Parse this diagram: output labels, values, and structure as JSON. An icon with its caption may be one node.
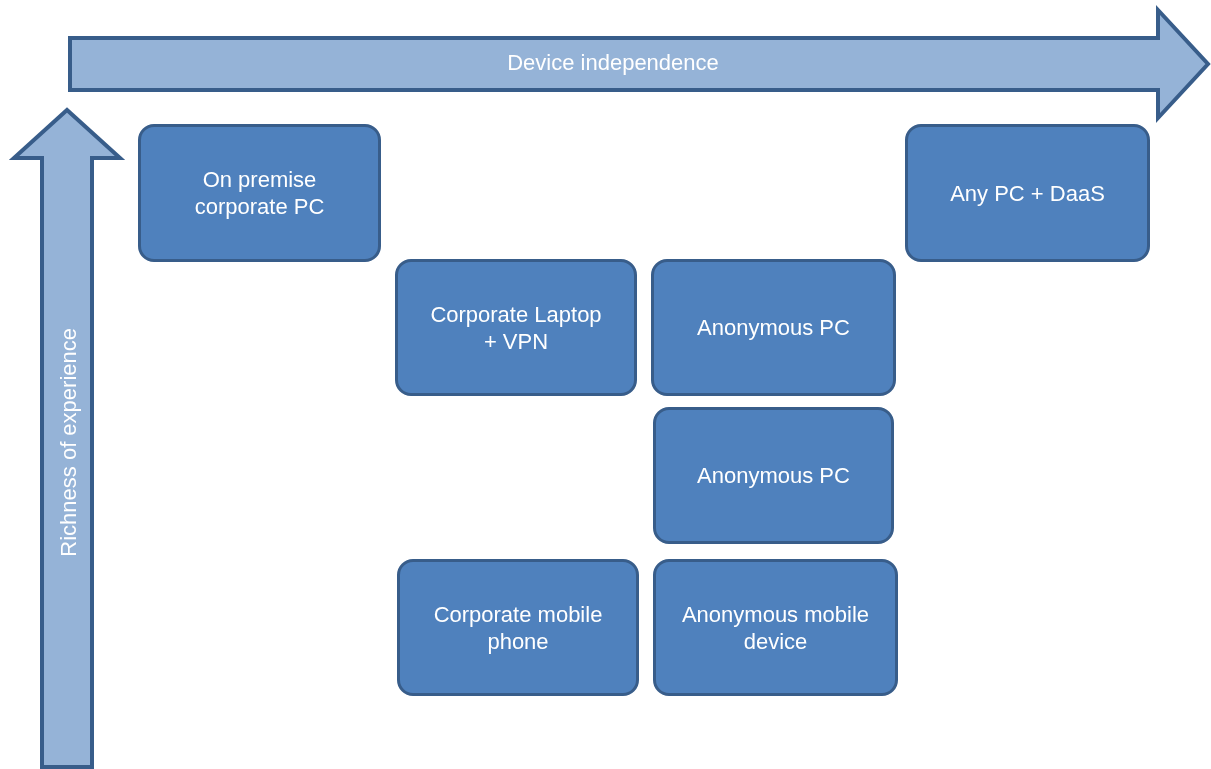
{
  "diagram": {
    "nodes": [
      {
        "text": [
          "Device independence"
        ]
      },
      {
        "text": [
          "Richness of experience"
        ]
      },
      {
        "text": [
          "On premise corporate PC"
        ]
      },
      {
        "text": [
          "Any PC + DaaS"
        ]
      },
      {
        "text": [
          "Corporate Laptop + VPN"
        ]
      },
      {
        "text": [
          "Anonymous PC"
        ]
      },
      {
        "text": [
          "Anonymous PC"
        ]
      },
      {
        "text": [
          "Corporate mobile phone"
        ]
      },
      {
        "text": [
          "Anonymous mobile device"
        ]
      }
    ]
  }
}
